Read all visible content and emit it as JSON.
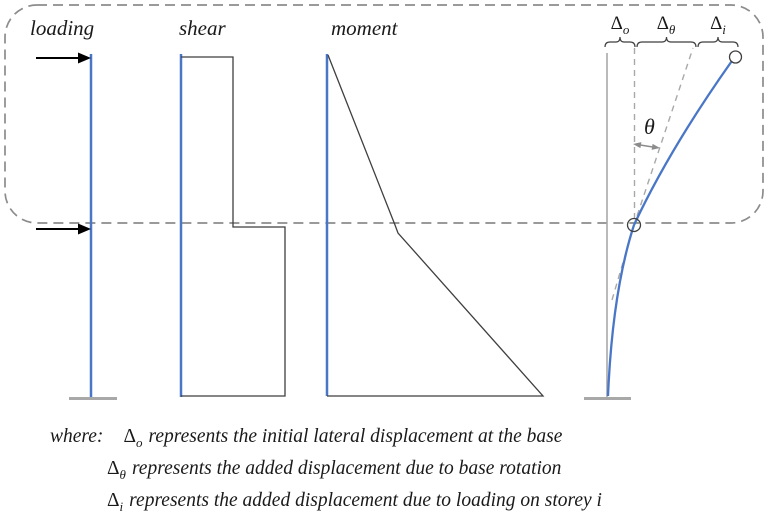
{
  "figure": {
    "panels": {
      "loading_label": "loading",
      "shear_label": "shear",
      "moment_label": "moment"
    },
    "displacement": {
      "delta_o": {
        "base": "Δ",
        "sub": "o"
      },
      "delta_theta": {
        "base": "Δ",
        "sub": "θ"
      },
      "delta_i": {
        "base": "Δ",
        "sub": "i"
      },
      "theta_label": "θ"
    },
    "legend": {
      "intro": "where:",
      "items": [
        {
          "symbol": "Δ",
          "sub": "o",
          "text": "represents the initial lateral displacement at the base"
        },
        {
          "symbol": "Δ",
          "sub": "θ",
          "text": "represents the added displacement due to base rotation"
        },
        {
          "symbol": "Δ",
          "sub": "i",
          "text": "represents the added displacement due to loading on storey i"
        }
      ]
    },
    "colors": {
      "curve_blue": "#4a76c7",
      "outline_dark": "#3f3f3f",
      "dashed_gray": "#8c8c8c",
      "support_gray": "#a8a8a8",
      "arrow_black": "#000000",
      "text": "#1a1a1a"
    }
  }
}
